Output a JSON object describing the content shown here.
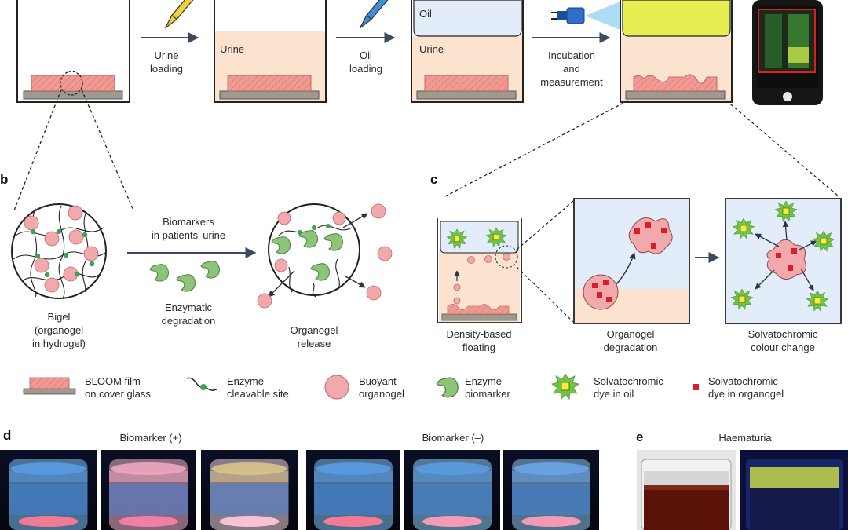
{
  "panels": {
    "b": "b",
    "c": "c",
    "d": "d",
    "e": "e"
  },
  "panel_a": {
    "step1": [
      "Urine",
      "loading"
    ],
    "step2": [
      "Oil",
      "loading"
    ],
    "step3": [
      "Incubation",
      "and",
      "measurement"
    ],
    "urine_label": "Urine",
    "urine_label2": "Urine",
    "oil_label": "Oil"
  },
  "panel_b": {
    "arrow_label": [
      "Biomarkers",
      "in patients' urine"
    ],
    "enzyme_caption": [
      "Enzymatic",
      "degradation"
    ],
    "bigel_caption": [
      "Bigel",
      "(organogel",
      "in hydrogel)"
    ],
    "release_caption": [
      "Organogel",
      "release"
    ]
  },
  "panel_c": {
    "cap1": [
      "Density-based",
      "floating"
    ],
    "cap2": [
      "Organogel",
      "degradation"
    ],
    "cap3": [
      "Solvatochromic",
      "colour change"
    ]
  },
  "legend": [
    {
      "icon": "bloom-film-icon",
      "lines": [
        "BLOOM film",
        "on cover glass"
      ]
    },
    {
      "icon": "cleavable-site-icon",
      "lines": [
        "Enzyme",
        "cleavable site"
      ]
    },
    {
      "icon": "organogel-icon",
      "lines": [
        "Buoyant",
        "organogel"
      ]
    },
    {
      "icon": "enzyme-icon",
      "lines": [
        "Enzyme",
        "biomarker"
      ]
    },
    {
      "icon": "dye-oil-icon",
      "lines": [
        "Solvatochromic",
        "dye in oil"
      ]
    },
    {
      "icon": "dye-organogel-icon",
      "lines": [
        "Solvatochromic",
        "dye in organogel"
      ]
    }
  ],
  "panel_d": {
    "plus": "Biomarker (+)",
    "minus": "Biomarker (–)"
  },
  "panel_e": {
    "title": "Haematuria"
  },
  "colors": {
    "urine": "#fbe3cf",
    "oil": "#e3ecf9",
    "film": "#ef9a93",
    "glass": "#a09a8e",
    "organogel": "#f2a9ab",
    "enzyme": "#8cc47a",
    "dye_green": "#6fc44a",
    "dye_yellow": "#f4ee3c",
    "dye_red": "#d81f2a",
    "crosslink": "#3aa356",
    "yellow_oil": "#e8ee52",
    "photo_blue": "#3c8fe8"
  }
}
